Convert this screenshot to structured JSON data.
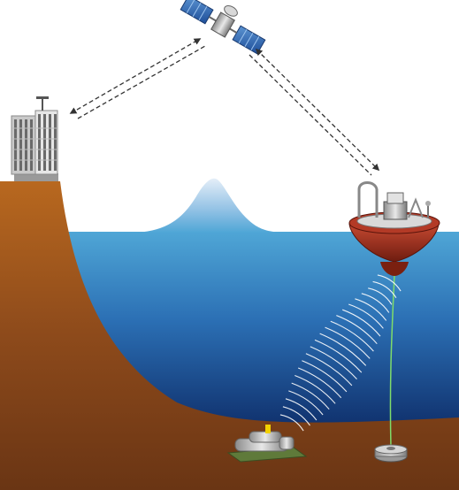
{
  "diagram": {
    "components": {
      "satellite": "satellite",
      "shore_station": "shore-station-building",
      "buoy": "surface-buoy",
      "tsunami_wave": "tsunami-wave",
      "seafloor_sensor": "bottom-pressure-recorder",
      "anchor": "mooring-anchor",
      "acoustic_link": "acoustic-link",
      "mooring_line": "mooring-line"
    },
    "links": [
      {
        "from": "shore-station-building",
        "to": "satellite",
        "style": "dashed-bidirectional"
      },
      {
        "from": "satellite",
        "to": "surface-buoy",
        "style": "dashed-bidirectional"
      },
      {
        "from": "bottom-pressure-recorder",
        "to": "surface-buoy",
        "style": "acoustic-arcs"
      }
    ],
    "colors": {
      "sky": "#ffffff",
      "ocean_top": "#4fa6d6",
      "ocean_bottom": "#0f2f6b",
      "seabed": "#8a4a1c",
      "buoy": "#a8321e",
      "wave_tip": "#dfeaf5"
    }
  }
}
